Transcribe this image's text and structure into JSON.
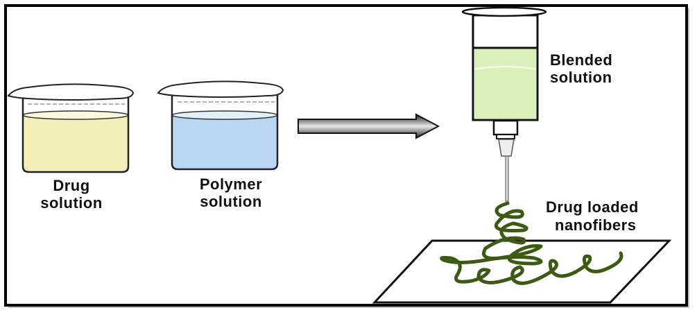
{
  "labels": {
    "drug_solution": [
      "Drug",
      "solution"
    ],
    "polymer_solution": [
      "Polymer",
      "solution"
    ],
    "blended_solution": [
      "Blended",
      "solution"
    ],
    "nanofibers": [
      "Drug loaded",
      "nanofibers"
    ]
  },
  "colors": {
    "drug_liquid": "#f4efb8",
    "polymer_liquid": "#b9d6f2",
    "blended_liquid": "#d9f0b8",
    "fiber": "#3c5a14",
    "frame": "#000000"
  }
}
